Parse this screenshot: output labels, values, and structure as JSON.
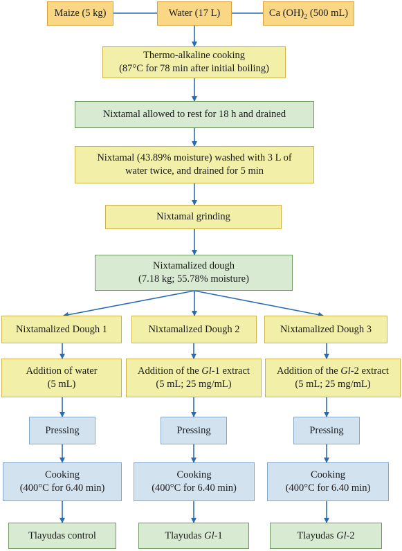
{
  "colors": {
    "step_yellow": "#f2f0a8",
    "input_orange": "#fad784",
    "stage_green": "#d8ead2",
    "process_blue": "#d3e2ef",
    "arrow": "#2a6cb0"
  },
  "inputs": {
    "maize": "Maize (5 kg)",
    "water": "Water (17 L)",
    "calcium_prefix": "Ca (OH)",
    "calcium_sub": "2",
    "calcium_suffix": " (500 mL)"
  },
  "cooking": {
    "line1": "Thermo-alkaline cooking",
    "line2": "(87°C for 78 min after initial boiling)"
  },
  "rest": {
    "text": "Nixtamal allowed to rest for 18 h and drained"
  },
  "washing": {
    "line1": "Nixtamal (43.89% moisture) washed with 3 L of",
    "line2": "water twice, and drained for 5 min"
  },
  "grinding": {
    "text": "Nixtamal grinding"
  },
  "dough": {
    "line1": "Nixtamalized dough",
    "line2": "(7.18 kg; 55.78% moisture)"
  },
  "branches": [
    {
      "dough": "Nixtamalized Dough 1",
      "addition_line1": "Addition of water",
      "addition_line2": "(5 mL)",
      "pressing": "Pressing",
      "cooking_line1": "Cooking",
      "cooking_line2": "(400°C for 6.40 min)",
      "product": "Tlayudas control"
    },
    {
      "dough": "Nixtamalized Dough 2",
      "addition_prefix": "Addition of the ",
      "addition_italic": "Gl",
      "addition_suffix": "-1 extract",
      "addition_line2": "(5 mL; 25 mg/mL)",
      "pressing": "Pressing",
      "cooking_line1": "Cooking",
      "cooking_line2": "(400°C for 6.40 min)",
      "product_prefix": "Tlayudas ",
      "product_italic": "Gl",
      "product_suffix": "-1"
    },
    {
      "dough": "Nixtamalized Dough 3",
      "addition_prefix": "Addition of the ",
      "addition_italic": "Gl",
      "addition_suffix": "-2 extract",
      "addition_line2": "(5 mL; 25 mg/mL)",
      "pressing": "Pressing",
      "cooking_line1": "Cooking",
      "cooking_line2": "(400°C for 6.40 min)",
      "product_prefix": "Tlayudas ",
      "product_italic": "Gl",
      "product_suffix": "-2"
    }
  ]
}
